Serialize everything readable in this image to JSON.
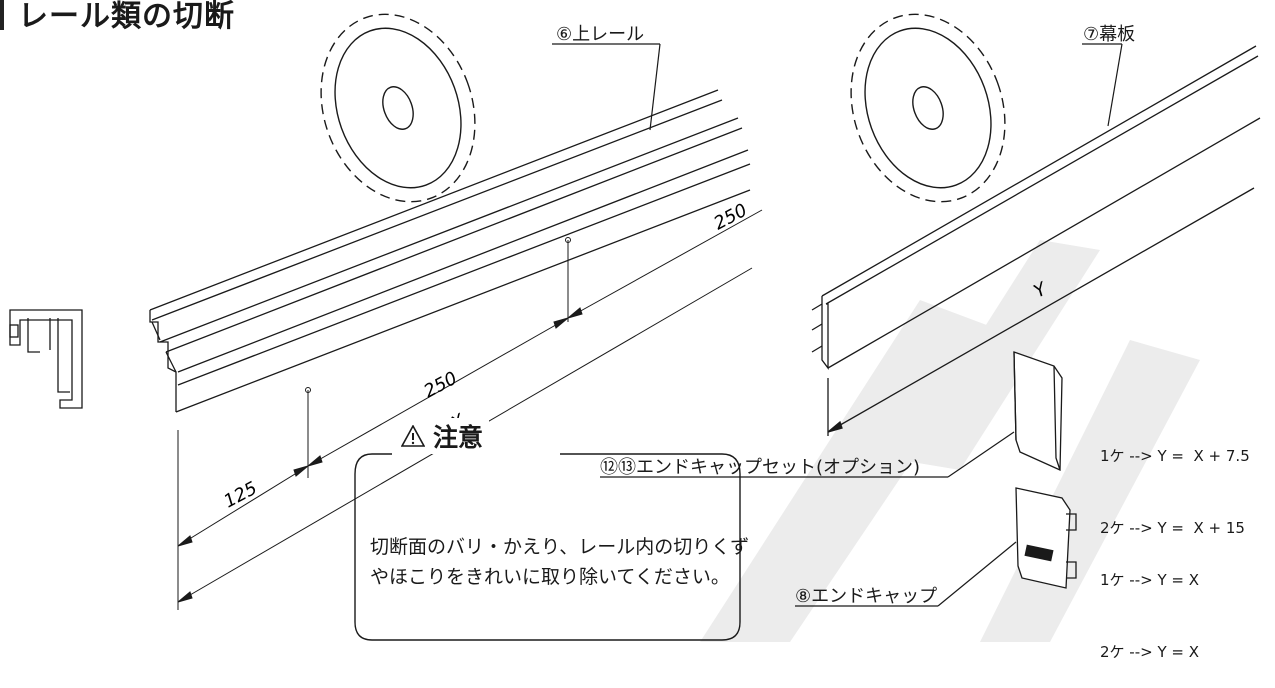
{
  "section_title": "レール類の切断",
  "labels": {
    "upper_rail": "⑥上レール",
    "fascia": "⑦幕板",
    "endcap_set": "⑫⑬エンドキャップセット(オプション)",
    "endcap": "⑧エンドキャップ"
  },
  "dimensions": {
    "d250_top": "250",
    "d250_mid": "250",
    "d125": "125",
    "x": "X",
    "y": "Y"
  },
  "formulas": {
    "endcap_set": [
      "1ケ --> Y =  X + 7.5",
      "2ケ --> Y =  X + 15"
    ],
    "endcap": [
      "1ケ --> Y = X",
      "2ケ --> Y = X"
    ]
  },
  "caution": {
    "title": "注意",
    "body": "切断面のバリ・かえり、レール内の切りくずやほこりをきれいに取り除いてください。"
  },
  "colors": {
    "line": "#1a1a1a",
    "watermark": "#ececec"
  }
}
